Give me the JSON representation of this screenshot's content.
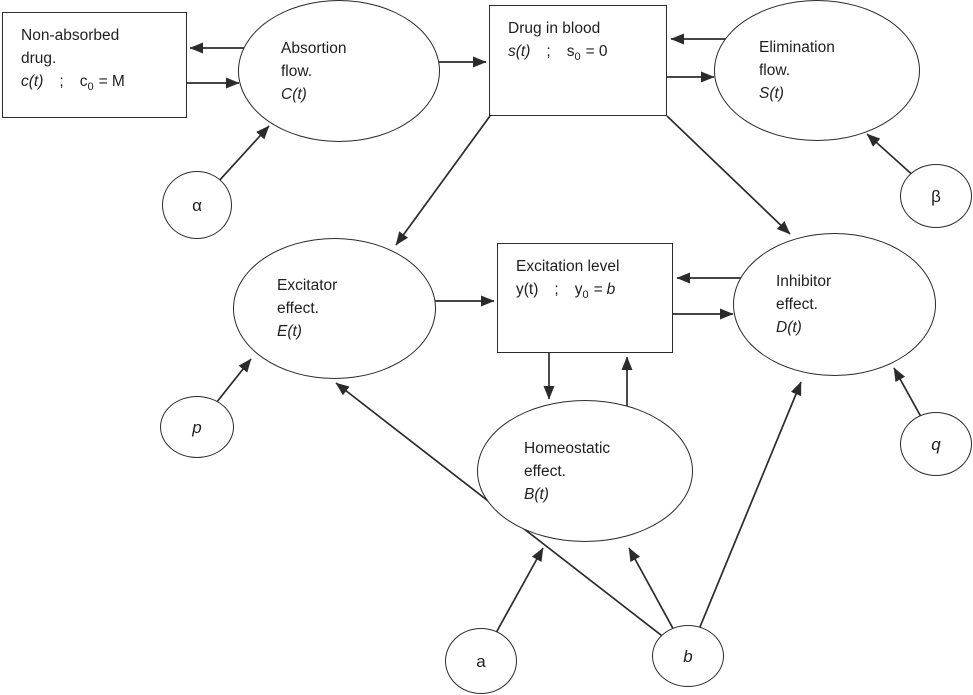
{
  "colors": {
    "stroke": "#2b2b2b",
    "text": "#1f1f1f",
    "background": "#ffffff"
  },
  "nodes": {
    "non_absorbed_drug": {
      "line1": "Non-absorbed",
      "line2": "drug.",
      "formula": {
        "fn": "c(t)",
        "sep": ";",
        "base": "c",
        "sub": "0",
        "eq": "= M"
      }
    },
    "drug_in_blood": {
      "line1": "Drug in blood",
      "formula": {
        "fn": "s(t)",
        "sep": ";",
        "base": "s",
        "sub": "0",
        "eq": "= 0"
      }
    },
    "excitation_level": {
      "line1": "Excitation level",
      "formula": {
        "fn": "y(t)",
        "sep": ";",
        "base": "y",
        "sub": "0",
        "eq": "=",
        "val": "b"
      }
    },
    "absorption_flow": {
      "line1": "Absortion",
      "line2": "flow.",
      "fn": "C(t)"
    },
    "elimination_flow": {
      "line1": "Elimination",
      "line2": "flow.",
      "fn": "S(t)"
    },
    "excitator_effect": {
      "line1": "Excitator",
      "line2": "effect.",
      "fn": "E(t)"
    },
    "inhibitor_effect": {
      "line1": "Inhibitor",
      "line2": "effect.",
      "fn": "D(t)"
    },
    "homeostatic_effect": {
      "line1": "Homeostatic",
      "line2": "effect.",
      "fn": "B(t)"
    },
    "param_alpha": {
      "label": "α"
    },
    "param_beta": {
      "label": "β"
    },
    "param_p": {
      "label": "p"
    },
    "param_q": {
      "label": "q"
    },
    "param_a": {
      "label": "a"
    },
    "param_b": {
      "label": "b"
    }
  }
}
